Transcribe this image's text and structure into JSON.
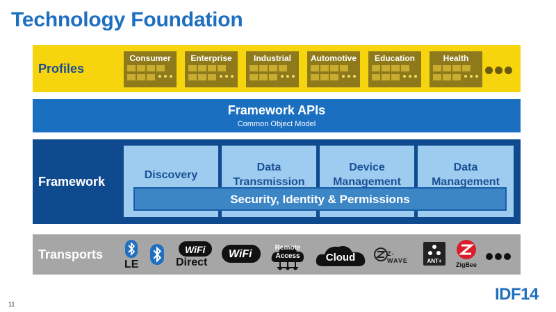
{
  "slide": {
    "title": "Technology Foundation",
    "page_number": "11",
    "logo": "IDF14"
  },
  "profiles": {
    "label": "Profiles",
    "items": [
      "Consumer",
      "Enterprise",
      "Industrial",
      "Automotive",
      "Education",
      "Health"
    ],
    "ellipsis_icon": "ellipsis-icon",
    "band_color": "#f6d40e",
    "box_color": "#8e7a1a"
  },
  "framework_apis": {
    "title": "Framework APIs",
    "subtitle": "Common Object Model",
    "band_color": "#1a6fc1"
  },
  "framework": {
    "label": "Framework",
    "components": [
      {
        "line1": "Discovery",
        "line2": ""
      },
      {
        "line1": "Data",
        "line2": "Transmission"
      },
      {
        "line1": "Device",
        "line2": "Management"
      },
      {
        "line1": "Data",
        "line2": "Management"
      }
    ],
    "security": "Security, Identity & Permissions",
    "band_color": "#0f4a8f",
    "box_color": "#9dccf0"
  },
  "transports": {
    "label": "Transports",
    "items": {
      "bluetooth_le": {
        "icon": "bluetooth-icon",
        "text": "LE"
      },
      "bluetooth": {
        "icon": "bluetooth-icon"
      },
      "wifi_direct": {
        "badge": "WiFi",
        "text": "Direct"
      },
      "wifi": {
        "badge": "WiFi"
      },
      "remote_access": {
        "line1": "Remote",
        "line2": "Access",
        "icon": "cloud-network-icon"
      },
      "cloud": {
        "text": "Cloud",
        "icon": "cloud-icon"
      },
      "zwave": {
        "text": "Z-WAVE",
        "icon": "zwave-icon"
      },
      "ant": {
        "text": "ANT+",
        "icon": "ant-plus-icon"
      },
      "zigbee": {
        "text": "ZigBee",
        "icon": "zigbee-icon"
      }
    },
    "band_color": "#a6a6a6"
  }
}
